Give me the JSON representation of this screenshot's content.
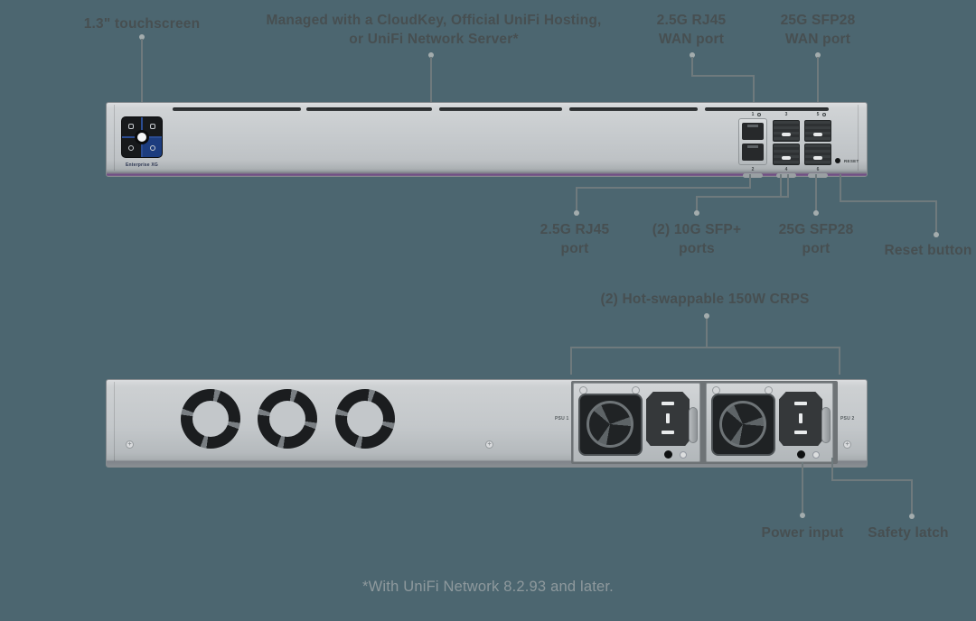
{
  "colors": {
    "background": "#4C6670",
    "callout_text": "#474F51",
    "leader_line": "#6F7A7D",
    "leader_dot": "#A3ACAD",
    "footnote_text": "#8E999D",
    "chassis_gray": "#C6CACD",
    "screen_accent_blue": "#2B4C92"
  },
  "callouts": {
    "touchscreen": "1.3\" touchscreen",
    "managed_1": "Managed with a CloudKey, Official UniFi Hosting,",
    "managed_2": "or UniFi Network Server*",
    "wan_rj45_1": "2.5G RJ45",
    "wan_rj45_2": "WAN port",
    "wan_sfp28_1": "25G SFP28",
    "wan_sfp28_2": "WAN port",
    "lan_rj45_1": "2.5G RJ45",
    "lan_rj45_2": "port",
    "lan_sfp_1": "(2) 10G SFP+",
    "lan_sfp_2": "ports",
    "lan_sfp28_1": "25G SFP28",
    "lan_sfp28_2": "port",
    "reset": "Reset button",
    "crps": "(2) Hot-swappable 150W CRPS",
    "power_input": "Power input",
    "safety_latch": "Safety latch"
  },
  "front_device": {
    "product_name": "Enterprise XG",
    "port_top": [
      "1",
      "3",
      "5"
    ],
    "port_bottom": [
      "2",
      "4",
      "6"
    ],
    "reset_label": "RESET"
  },
  "rear_device": {
    "psu1_label": "PSU 1",
    "psu2_label": "PSU 2"
  },
  "footnote": "*With UniFi Network 8.2.93 and later."
}
